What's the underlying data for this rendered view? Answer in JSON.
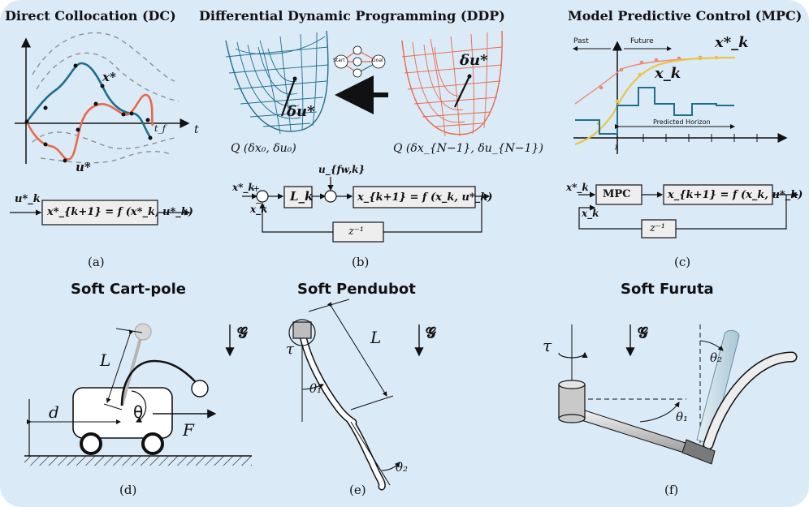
{
  "titles": {
    "dc": "Direct Collocation (DC)",
    "ddp": "Differential Dynamic Programming (DDP)",
    "mpc": "Model Predictive Control (MPC)",
    "cartpole": "Soft Cart-pole",
    "pendubot": "Soft Pendubot",
    "furuta": "Soft Furuta"
  },
  "captions": {
    "a": "(a)",
    "b": "(b)",
    "c": "(c)",
    "d": "(d)",
    "e": "(e)",
    "f": "(f)"
  },
  "dc": {
    "t_label": "t",
    "tf_label": "t_f",
    "xstar": "x*",
    "ustar": "u*",
    "input": "u*_k",
    "block": "x*_{k+1} = f (x*_k, u*_k)"
  },
  "ddp": {
    "start": "Start",
    "goal": "Goal",
    "du_left": "δu*",
    "du_right": "δu*",
    "q_left": "Q (δx₀, δu₀)",
    "q_right": "Q (δx_{N−1}, δu_{N−1})",
    "xstar": "x*_k",
    "xk": "x_k",
    "plus": "+",
    "minus": "−",
    "gain": "L_k",
    "ufw": "u_{fw,k}",
    "plant": "x_{k+1} = f (x_k, u*_k)",
    "delay": "z⁻¹"
  },
  "mpc": {
    "past": "Past",
    "future": "Future",
    "xstar": "x*_k",
    "xk": "x_k",
    "horizon": "Predicted Horizon",
    "k": "k",
    "in_xstar": "x*_k",
    "in_xk": "x_k",
    "block": "MPC",
    "plant": "x_{k+1} = f (x_k, u*_k)",
    "delay": "z⁻¹"
  },
  "cartpole": {
    "L": "L",
    "d": "d",
    "theta": "θ",
    "F": "F",
    "g": "𝓖"
  },
  "pendubot": {
    "L": "L",
    "tau": "τ",
    "theta1": "θ₁",
    "theta2": "θ₂",
    "g": "𝓖"
  },
  "furuta": {
    "tau": "τ",
    "theta1": "θ₁",
    "theta2": "θ₂",
    "g": "𝓖"
  },
  "colors": {
    "background": "#dbeaf7",
    "teal": "#1f6f8b",
    "orange": "#e8694a",
    "yellow": "#e9c44c",
    "salmon": "#ec8a72"
  }
}
